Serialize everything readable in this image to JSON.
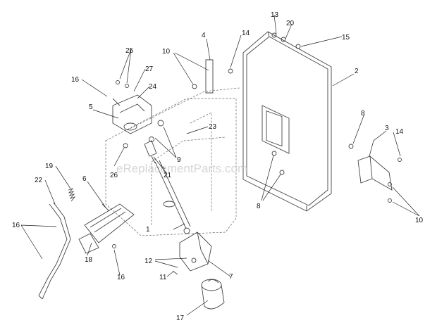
{
  "watermark": "eReplacementParts.com",
  "callouts": [
    {
      "id": "c1",
      "text": "1"
    },
    {
      "id": "c2",
      "text": "2"
    },
    {
      "id": "c3",
      "text": "3"
    },
    {
      "id": "c4",
      "text": "4"
    },
    {
      "id": "c5",
      "text": "5"
    },
    {
      "id": "c6",
      "text": "6"
    },
    {
      "id": "c7",
      "text": "7"
    },
    {
      "id": "c8a",
      "text": "8"
    },
    {
      "id": "c8b",
      "text": "8"
    },
    {
      "id": "c9",
      "text": "9"
    },
    {
      "id": "c10a",
      "text": "10"
    },
    {
      "id": "c10b",
      "text": "10"
    },
    {
      "id": "c11",
      "text": "11"
    },
    {
      "id": "c12",
      "text": "12"
    },
    {
      "id": "c13",
      "text": "13"
    },
    {
      "id": "c14a",
      "text": "14"
    },
    {
      "id": "c14b",
      "text": "14"
    },
    {
      "id": "c15",
      "text": "15"
    },
    {
      "id": "c16a",
      "text": "16"
    },
    {
      "id": "c16b",
      "text": "16"
    },
    {
      "id": "c16c",
      "text": "16"
    },
    {
      "id": "c17",
      "text": "17"
    },
    {
      "id": "c18",
      "text": "18"
    },
    {
      "id": "c19",
      "text": "19"
    },
    {
      "id": "c20",
      "text": "20"
    },
    {
      "id": "c21",
      "text": "21"
    },
    {
      "id": "c22",
      "text": "22"
    },
    {
      "id": "c23",
      "text": "23"
    },
    {
      "id": "c24",
      "text": "24"
    },
    {
      "id": "c25",
      "text": "25"
    },
    {
      "id": "c26",
      "text": "26"
    },
    {
      "id": "c27",
      "text": "27"
    }
  ]
}
